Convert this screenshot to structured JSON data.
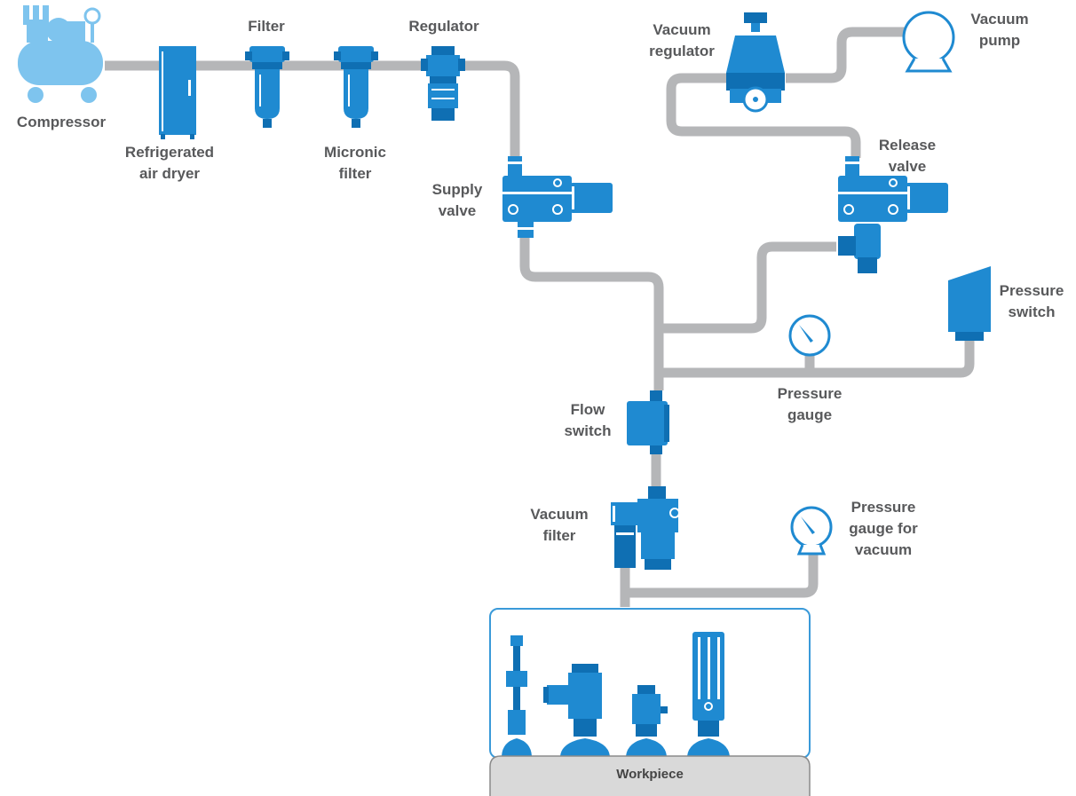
{
  "colors": {
    "pipe": "#b5b6b8",
    "component": "#1f8ad1",
    "component_dark": "#0f6fb3",
    "compressor": "#7ec4ee",
    "workpiece_fill": "#d9d9d9",
    "frame": "#3a9ad9",
    "label": "#58595b"
  },
  "labels": {
    "compressor": "Compressor",
    "dryer": "Refrigerated\nair dryer",
    "filter": "Filter",
    "micronic": "Micronic\nfilter",
    "regulator": "Regulator",
    "supply_valve": "Supply\nvalve",
    "vacuum_regulator": "Vacuum\nregulator",
    "vacuum_pump": "Vacuum\npump",
    "release_valve": "Release\nvalve",
    "pressure_switch": "Pressure\nswitch",
    "pressure_gauge": "Pressure\ngauge",
    "flow_switch": "Flow\nswitch",
    "vacuum_filter": "Vacuum\nfilter",
    "vacuum_gauge": "Pressure\ngauge for\nvacuum",
    "workpiece": "Workpiece"
  }
}
